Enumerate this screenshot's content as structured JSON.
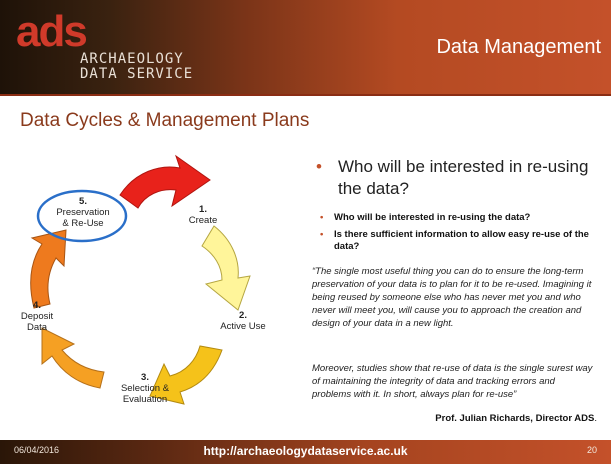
{
  "header": {
    "logo_mark": "ads",
    "logo_line1": "ARCHAEOLOGY",
    "logo_line2": "DATA SERVICE",
    "title": "Data Management"
  },
  "section_title": "Data Cycles & Management Plans",
  "cycle": {
    "steps": [
      {
        "num": "1.",
        "label": "Create"
      },
      {
        "num": "2.",
        "label": "Active Use"
      },
      {
        "num": "3.",
        "label_line1": "Selection &",
        "label_line2": "Evaluation"
      },
      {
        "num": "4.",
        "label_line1": "Deposit",
        "label_line2": "Data"
      },
      {
        "num": "5.",
        "label_line1": "Preservation",
        "label_line2": "& Re-Use"
      }
    ],
    "colors": {
      "create": "#e8221b",
      "active_use": "#fff59a",
      "selection": "#f5c21a",
      "deposit": "#f5a023",
      "preservation": "#ee7a1e",
      "highlight_ring": "#2a6fc9"
    }
  },
  "content": {
    "main_bullet": "Who will be interested in re-using the data?",
    "sub_bullets": [
      "Who will be interested in re-using the data?",
      "Is there sufficient information to allow easy re-use of the data?"
    ],
    "quote1": "“The single most useful thing you can do to ensure the long-term preservation of your data is to plan for it to be re-used. Imagining it being reused by someone else who has never met you and who never will meet you, will cause you to approach the creation and design of your data in a new light.",
    "quote2": "Moreover, studies show that re-use of data is the single surest way of maintaining the integrity of data and tracking errors and problems with it. In short, always plan for re-use”",
    "attribution": "Prof. Julian Richards, Director ADS",
    "attribution_end": "."
  },
  "footer": {
    "date": "06/04/2016",
    "url": "http://archaeologydataservice.ac.uk",
    "page": "20"
  }
}
